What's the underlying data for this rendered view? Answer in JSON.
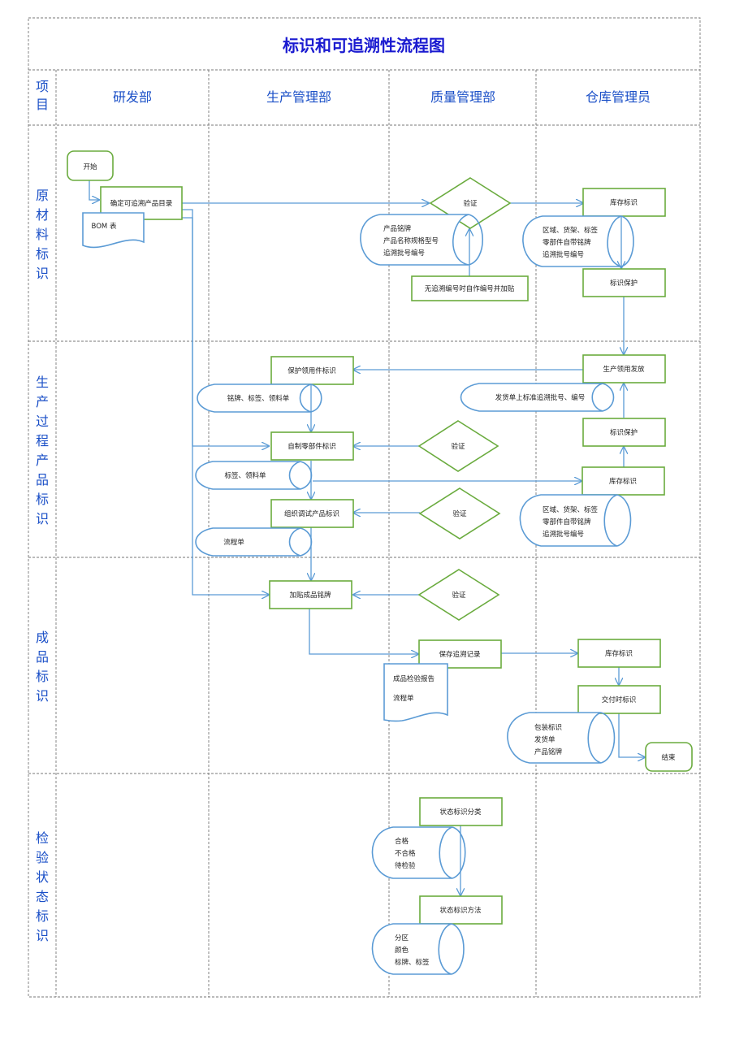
{
  "title": "标识和可追溯性流程图",
  "header": {
    "item": "项目",
    "columns": [
      "研发部",
      "生产管理部",
      "质量管理部",
      "仓库管理员"
    ]
  },
  "lanes": [
    "原材料标识",
    "生产过程产品标识",
    "成品标识",
    "检验状态标识"
  ],
  "nodes": {
    "start": "开始",
    "confirm_catalog": "确定可追溯产品目录",
    "bom": "BOM 表",
    "verify": "验证",
    "label_info_lines": [
      "产品铭牌",
      "产品名称规格型号",
      "追溯批号编号"
    ],
    "self_number": "无追溯编号时自作编号并加贴",
    "stock_label": "库存标识",
    "stock_info_lines": [
      "区域、货架、标签",
      "零部件自带铭牌",
      "追溯批号编号"
    ],
    "label_protect": "标识保护",
    "prod_issue": "生产领用发放",
    "protect_issued": "保护领用件标识",
    "nameplate_doc": "铭牌、标签、领料单",
    "delivery_note": "发货单上标准追溯批号、编号",
    "self_made_parts": "自制零部件标识",
    "label_pick_doc": "标签、领料单",
    "assembly_debug": "组织调试产品标识",
    "process_sheet": "流程单",
    "finished_nameplate": "加贴成品铭牌",
    "save_trace": "保存追溯记录",
    "finished_report_lines": [
      "成品检验报告",
      "流程单"
    ],
    "delivery_label": "交付时标识",
    "delivery_doc_lines": [
      "包装标识",
      "发货单",
      "产品铭牌"
    ],
    "end": "结束",
    "status_class": "状态标识分类",
    "status_class_lines": [
      "合格",
      "不合格",
      "待检验"
    ],
    "status_method": "状态标识方法",
    "status_method_lines": [
      "分区",
      "颜色",
      "标牌、标签"
    ]
  },
  "colors": {
    "title": "#1a1ad0",
    "lane_text": "#1a4fc7",
    "node_border": "#6aab3e",
    "doc_border": "#5b9bd5",
    "arrow": "#5b9bd5",
    "grid": "#777777"
  }
}
